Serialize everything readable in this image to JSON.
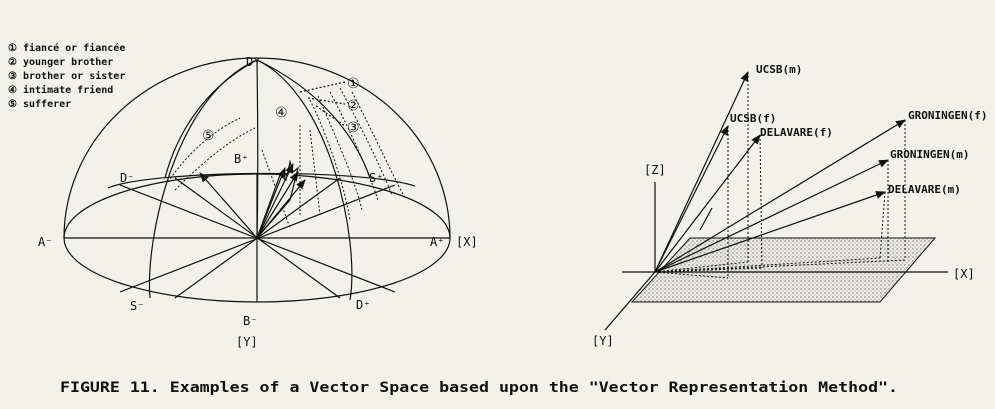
{
  "legend": [
    "① fiancé or fiancée",
    "② younger brother",
    "③ brother or sister",
    "④ intimate friend",
    "⑤ sufferer"
  ],
  "hemisphere": {
    "top": "D⁰",
    "b_plus": "B⁺",
    "d_minus": "D⁻",
    "s_plus": "S⁺",
    "a_minus": "A⁻",
    "a_plus": "A⁺",
    "x_axis": "[X]",
    "s_minus": "S⁻",
    "b_minus": "B⁻",
    "d_plus": "D⁺",
    "y_axis": "[Y]",
    "markers": [
      "①",
      "②",
      "③",
      "④",
      "⑤"
    ]
  },
  "vector_space": {
    "z_axis": "[Z]",
    "x_axis": "[X]",
    "y_axis": "[Y]",
    "vectors": [
      "UCSB(m)",
      "UCSB(f)",
      "DELAVARE(f)",
      "GRONINGEN(f)",
      "GRONINGEN(m)",
      "DELAVARE(m)"
    ]
  },
  "caption": "FIGURE 11. Examples of a Vector Space based upon the \"Vector Representation Method\"."
}
